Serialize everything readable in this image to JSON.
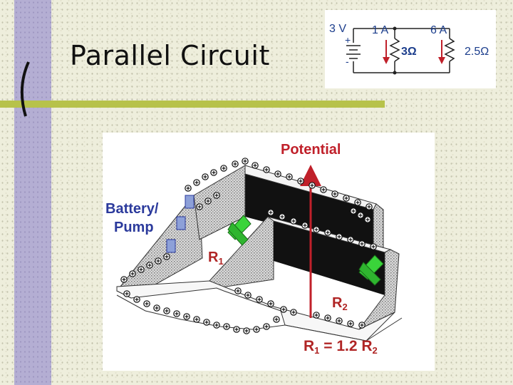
{
  "slide": {
    "title": "Parallel Circuit"
  },
  "schematic": {
    "source_voltage": "3 V",
    "plus_sign": "+",
    "minus_sign": "-",
    "current_branch_1": "1 A",
    "resistor_1": "3Ω",
    "current_branch_2": "6 A",
    "resistor_2": "2.5Ω"
  },
  "illustration": {
    "potential_label": "Potential",
    "battery_label_line1": "Battery/",
    "battery_label_line2": "Pump",
    "r1_letter": "R",
    "r1_sub": "1",
    "r2_letter": "R",
    "r2_sub": "2",
    "equation_r1": "R",
    "equation_r1_sub": "1",
    "equation_mid": " = 1.2 R",
    "equation_r2_sub": "2"
  },
  "colors": {
    "sidebar": "#b4aed3",
    "title_rule": "#b7c24a",
    "schematic_text": "#1b3d8c",
    "arrow_red": "#c0202a",
    "label_blue": "#2b3a9c",
    "propeller_green": "#3ad43a"
  }
}
